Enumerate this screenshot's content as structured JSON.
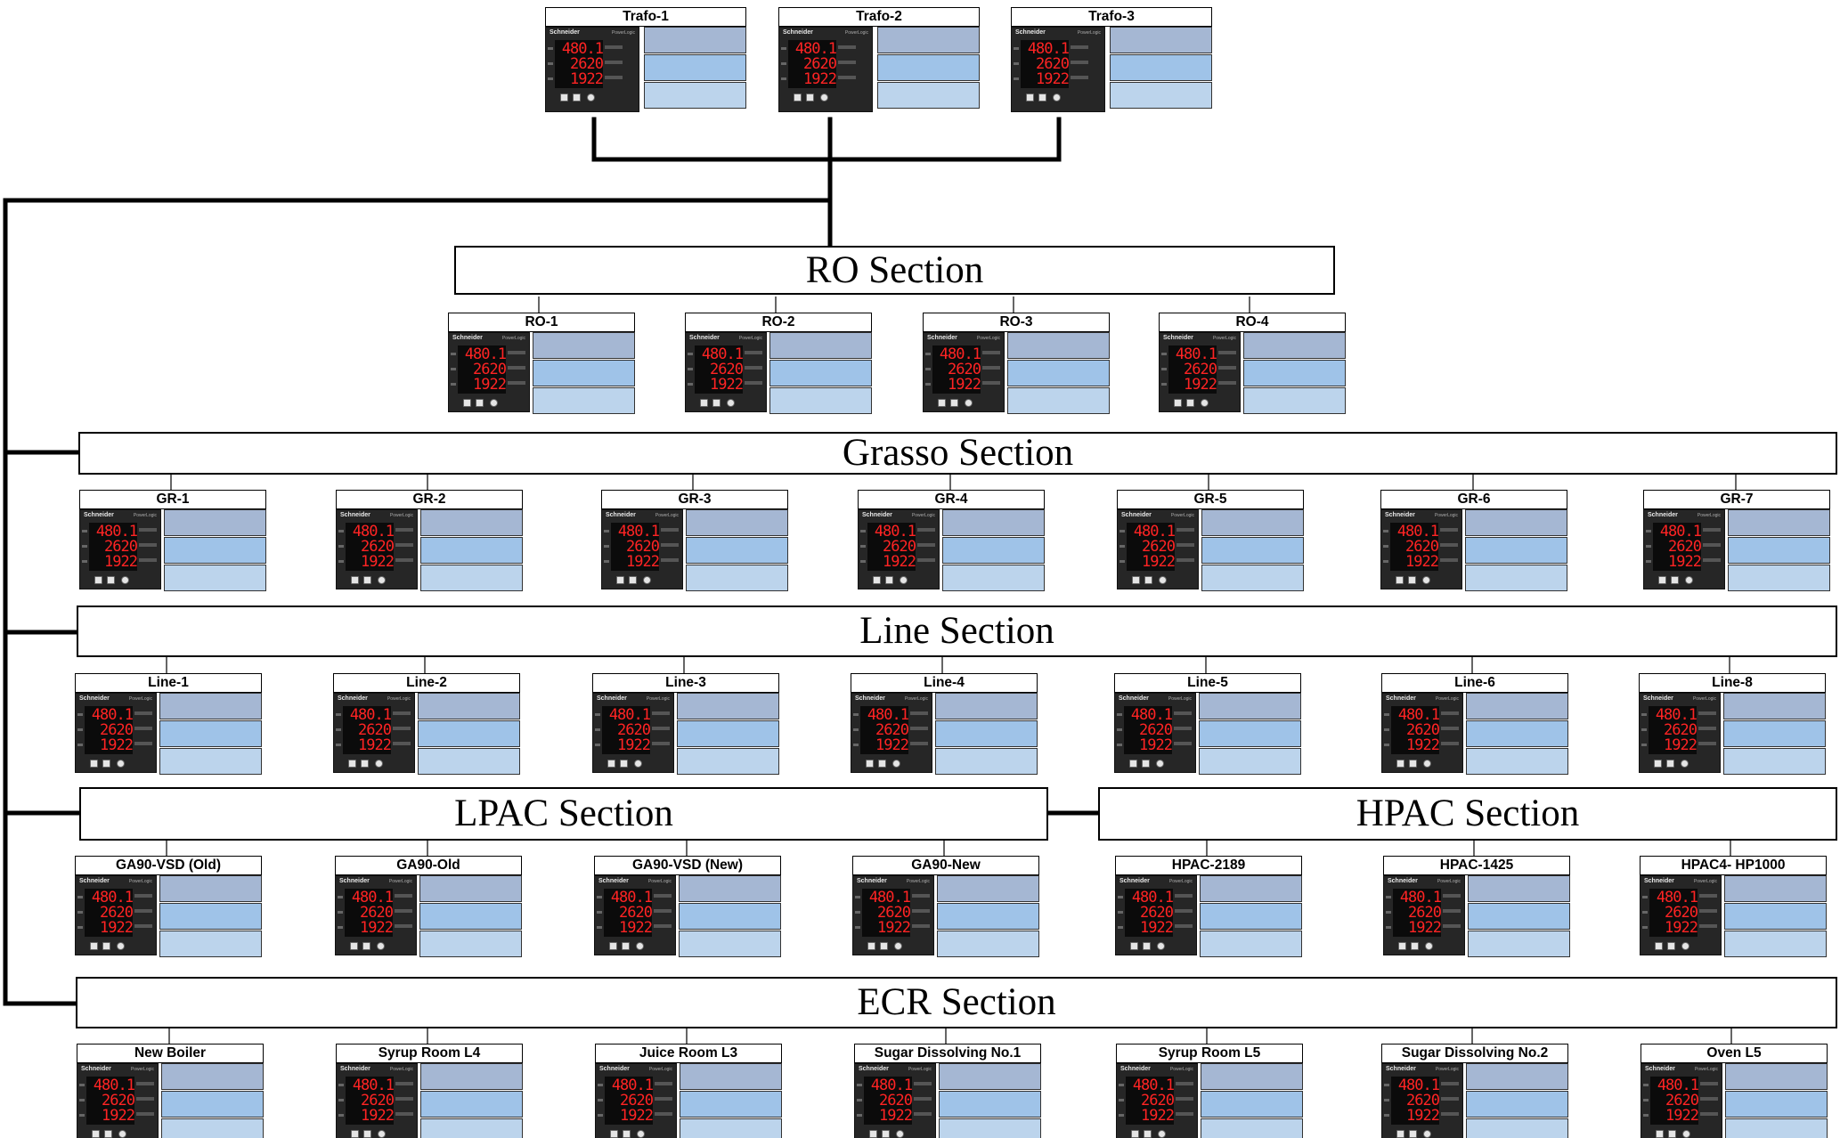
{
  "colors": {
    "wire": "#000000",
    "field_top": "#a5b7d3",
    "field_middle": "#9fc3e8",
    "field_bottom": "#bcd4ec",
    "meter_body": "#262626",
    "meter_digits": "#ff2424"
  },
  "meter_display": {
    "brand": "Schneider",
    "model": "PowerLogic",
    "line1": "480.1",
    "line2": "2620",
    "line3": "1922"
  },
  "transformers": [
    {
      "label": "Trafo-1"
    },
    {
      "label": "Trafo-2"
    },
    {
      "label": "Trafo-3"
    }
  ],
  "sections": {
    "ro": {
      "title": "RO Section",
      "meters": [
        {
          "label": "RO-1"
        },
        {
          "label": "RO-2"
        },
        {
          "label": "RO-3"
        },
        {
          "label": "RO-4"
        }
      ]
    },
    "grasso": {
      "title": "Grasso Section",
      "meters": [
        {
          "label": "GR-1"
        },
        {
          "label": "GR-2"
        },
        {
          "label": "GR-3"
        },
        {
          "label": "GR-4"
        },
        {
          "label": "GR-5"
        },
        {
          "label": "GR-6"
        },
        {
          "label": "GR-7"
        }
      ]
    },
    "line": {
      "title": "Line Section",
      "meters": [
        {
          "label": "Line-1"
        },
        {
          "label": "Line-2"
        },
        {
          "label": "Line-3"
        },
        {
          "label": "Line-4"
        },
        {
          "label": "Line-5"
        },
        {
          "label": "Line-6"
        },
        {
          "label": "Line-8"
        }
      ]
    },
    "lpac": {
      "title": "LPAC Section",
      "meters": [
        {
          "label": "GA90-VSD (Old)"
        },
        {
          "label": "GA90-Old"
        },
        {
          "label": "GA90-VSD (New)"
        },
        {
          "label": "GA90-New"
        }
      ]
    },
    "hpac": {
      "title": "HPAC Section",
      "meters": [
        {
          "label": "HPAC-2189"
        },
        {
          "label": "HPAC-1425"
        },
        {
          "label": "HPAC4- HP1000"
        }
      ]
    },
    "ecr": {
      "title": "ECR Section",
      "meters": [
        {
          "label": "New Boiler"
        },
        {
          "label": "Syrup Room L4"
        },
        {
          "label": "Juice Room L3"
        },
        {
          "label": "Sugar Dissolving No.1"
        },
        {
          "label": "Syrup Room L5"
        },
        {
          "label": "Sugar Dissolving No.2"
        },
        {
          "label": "Oven L5"
        }
      ]
    }
  }
}
